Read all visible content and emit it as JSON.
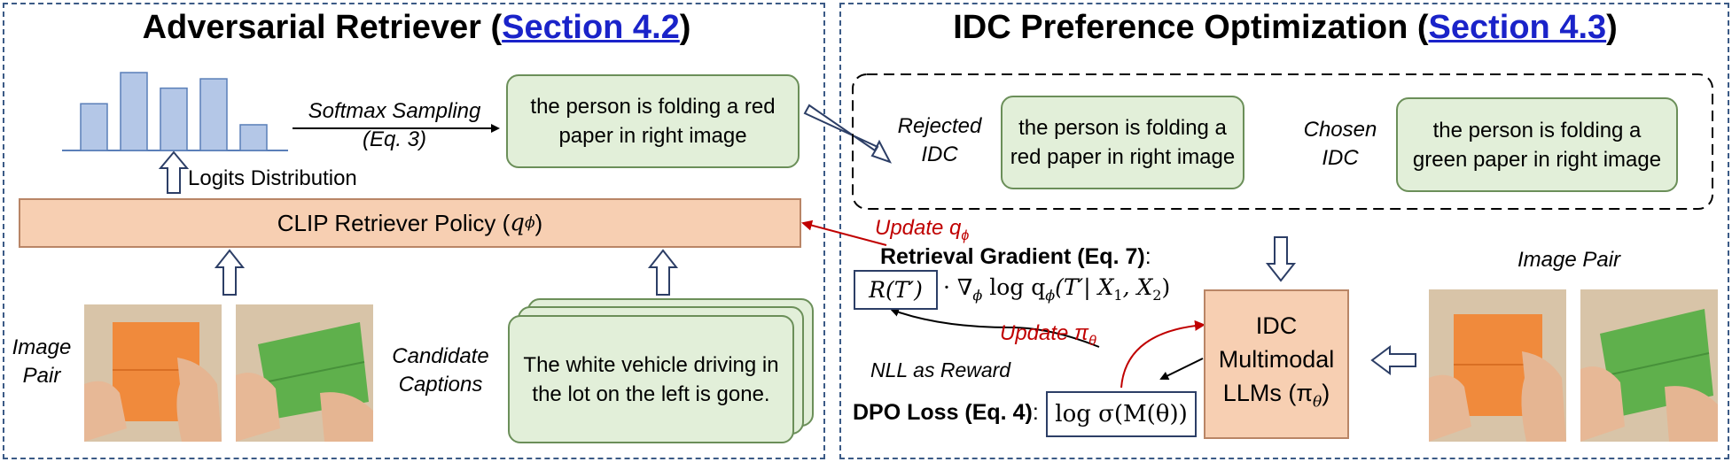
{
  "left_panel": {
    "title_prefix": "Adversarial Retriever (",
    "title_link": "Section 4.2",
    "title_suffix": ")",
    "histogram": {
      "bar_heights": [
        0.6,
        1.0,
        0.8,
        0.92,
        0.33
      ]
    },
    "softmax_label_1": "Softmax Sampling",
    "softmax_label_2": "(Eq. 3)",
    "sampled_caption": "the person is folding a red paper in right image",
    "logits_label": "Logits Distribution",
    "policy_label": "CLIP Retriever Policy (",
    "policy_symbol": "q",
    "policy_subscript": "ϕ",
    "policy_close": ")",
    "image_pair_label_1": "Image",
    "image_pair_label_2": "Pair",
    "candidate_label_1": "Candidate",
    "candidate_label_2": "Captions",
    "candidate_caption": "The white vehicle driving in the lot on the left is gone."
  },
  "right_panel": {
    "title_prefix": "IDC Preference Optimization (",
    "title_link": "Section 4.3",
    "title_suffix": ")",
    "rejected_label_1": "Rejected",
    "rejected_label_2": "IDC",
    "rejected_caption": "the person is folding a red paper in right image",
    "chosen_label_1": "Chosen",
    "chosen_label_2": "IDC",
    "chosen_caption": "the person is folding a green paper in right image",
    "update_q": "Update q",
    "update_q_sub": "ϕ",
    "retrieval_gradient_label": "Retrieval Gradient (Eq. 7)",
    "retrieval_gradient_colon": ":",
    "reward_term": "R(T′)",
    "gradient_term": "· ∇",
    "gradient_sub": "ϕ",
    "gradient_rest": " log q",
    "gradient_rest_sub": "ϕ",
    "gradient_args": "(T′| X",
    "x1_sub": "1",
    "x2_sep": ", X",
    "x2_sub": "2",
    "gradient_close": ")",
    "update_pi": "Update π",
    "update_pi_sub": "θ",
    "nll_label": "NLL as Reward",
    "dpo_label": "DPO Loss (Eq. 4)",
    "dpo_colon": ":",
    "dpo_formula": "log σ(M(θ))",
    "idc_line_1": "IDC",
    "idc_line_2": "Multimodal",
    "idc_line_3": "LLMs (π",
    "idc_sub": "θ",
    "idc_close": ")",
    "image_pair_label": "Image Pair"
  },
  "colors": {
    "panel_border": "#3b5a86",
    "link": "#1a23c9",
    "green_fill": "#e2efd9",
    "peach_fill": "#f7cfb2",
    "bar_fill": "#b4c7e7",
    "red_text": "#c00000",
    "orange_paper": "#f08a3c",
    "green_paper": "#5fb04c"
  }
}
